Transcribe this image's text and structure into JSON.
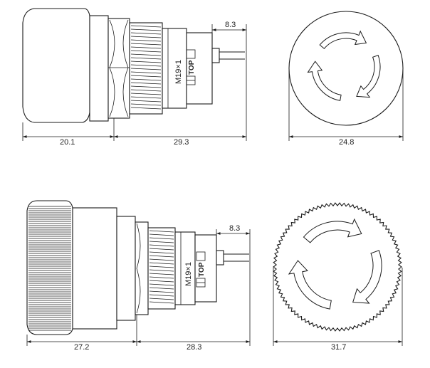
{
  "top_view": {
    "thread_label": "M19×1",
    "top_marker": "TOP",
    "dim_terminal": "8.3",
    "dim_cap_length": "20.1",
    "dim_body_length": "29.3",
    "dim_diameter": "24.8"
  },
  "bottom_view": {
    "thread_label": "M19×1",
    "top_marker": "TOP",
    "dim_terminal": "8.3",
    "dim_cap_length": "27.2",
    "dim_body_length": "28.3",
    "dim_diameter": "31.7"
  }
}
